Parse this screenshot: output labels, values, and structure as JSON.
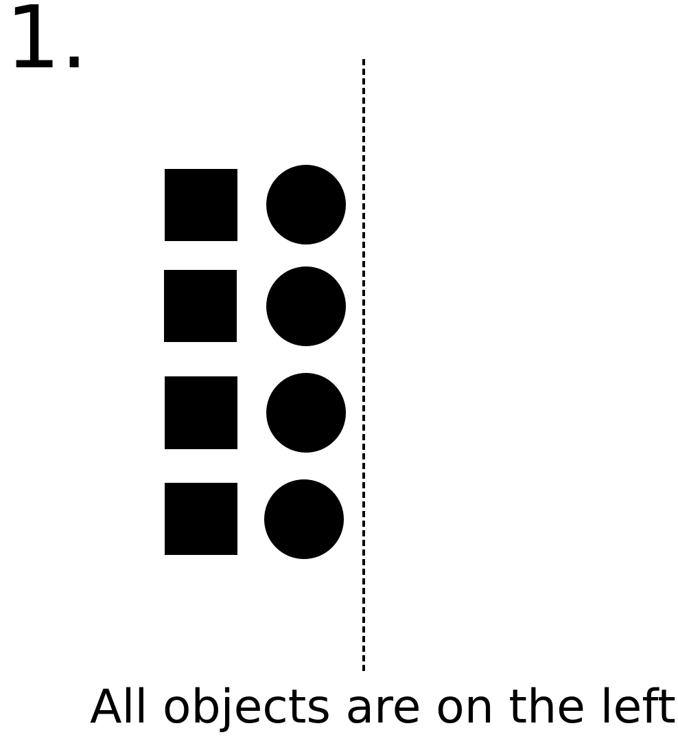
{
  "panel": {
    "number": "1."
  },
  "caption": {
    "text": "All objects are on the left"
  },
  "colors": {
    "ink": "#000000",
    "background": "#ffffff"
  },
  "shapes": {
    "rows": [
      {
        "left": "square",
        "right": "circle"
      },
      {
        "left": "square",
        "right": "circle"
      },
      {
        "left": "square",
        "right": "circle"
      },
      {
        "left": "square",
        "right": "circle"
      }
    ],
    "divider": "dashed-vertical-line"
  }
}
